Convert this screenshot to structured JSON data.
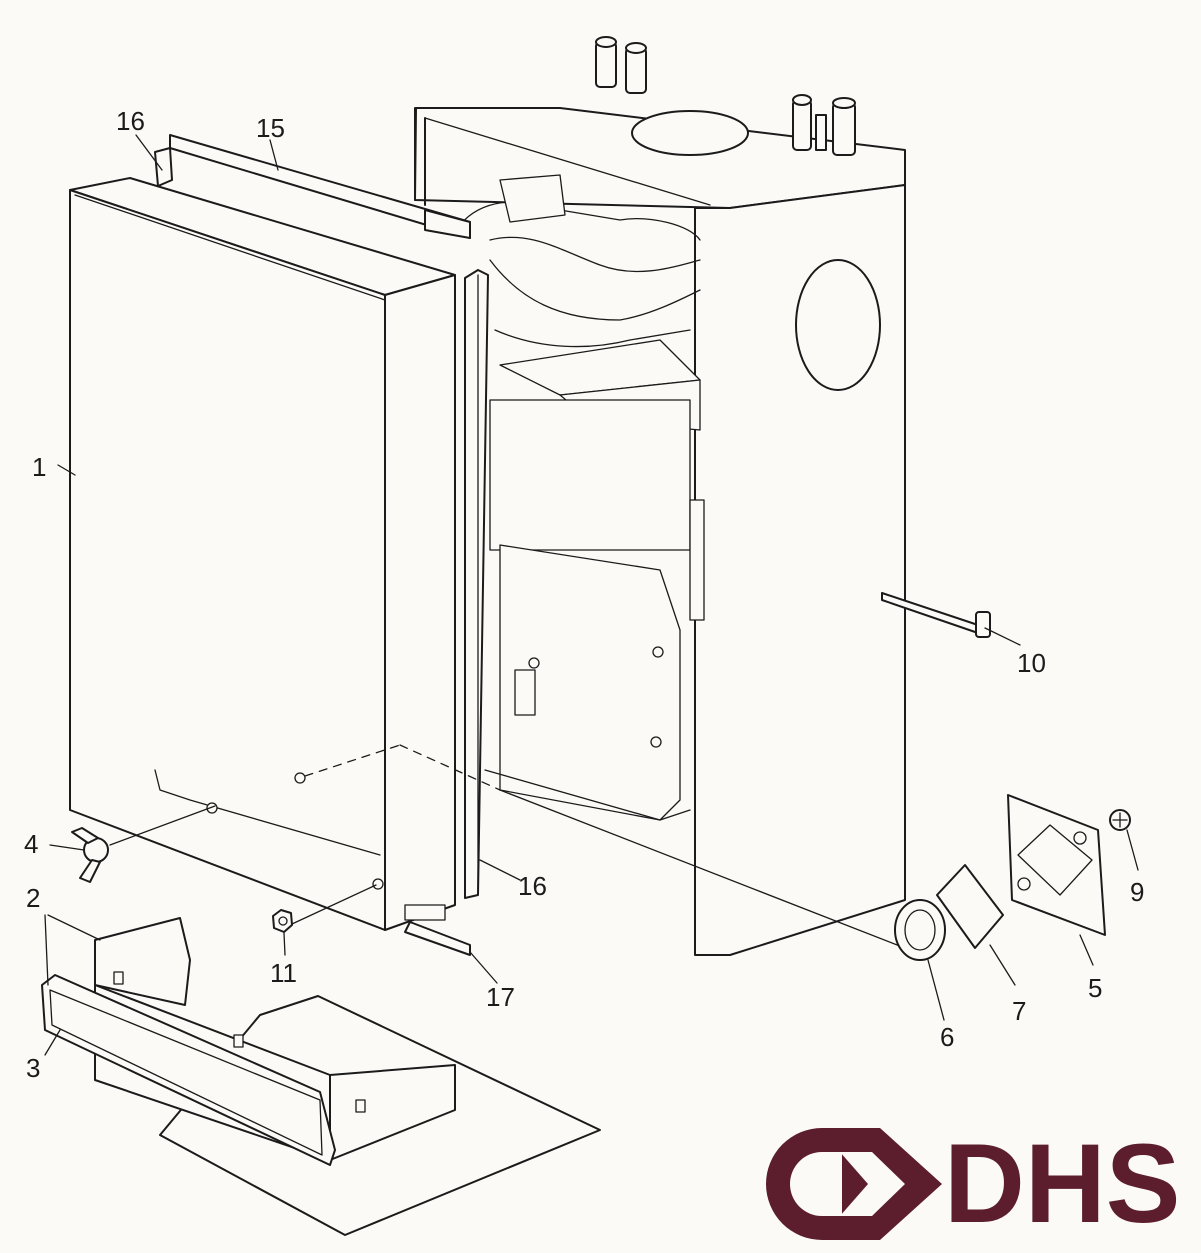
{
  "callouts": [
    {
      "id": "16a",
      "text": "16"
    },
    {
      "id": "15",
      "text": "15"
    },
    {
      "id": "1",
      "text": "1"
    },
    {
      "id": "10",
      "text": "10"
    },
    {
      "id": "4",
      "text": "4"
    },
    {
      "id": "2",
      "text": "2"
    },
    {
      "id": "3",
      "text": "3"
    },
    {
      "id": "16b",
      "text": "16"
    },
    {
      "id": "11",
      "text": "11"
    },
    {
      "id": "17",
      "text": "17"
    },
    {
      "id": "9",
      "text": "9"
    },
    {
      "id": "6",
      "text": "6"
    },
    {
      "id": "7",
      "text": "7"
    },
    {
      "id": "5",
      "text": "5"
    }
  ],
  "logo": {
    "text": "DHS",
    "color": "#5c1e2c"
  },
  "colors": {
    "ink": "#1b1b1b",
    "paper": "#fbfaf7"
  }
}
